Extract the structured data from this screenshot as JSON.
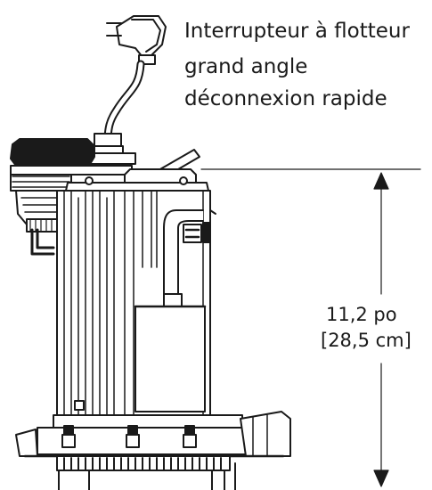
{
  "labels": {
    "switch_line1": "Interrupteur à flotteur",
    "switch_line2": "grand angle",
    "switch_line3": "déconnexion rapide",
    "height_imperial": "11,2 po",
    "height_metric": "[28,5 cm]"
  },
  "colors": {
    "line": "#1a1a1a",
    "background": "#ffffff"
  }
}
